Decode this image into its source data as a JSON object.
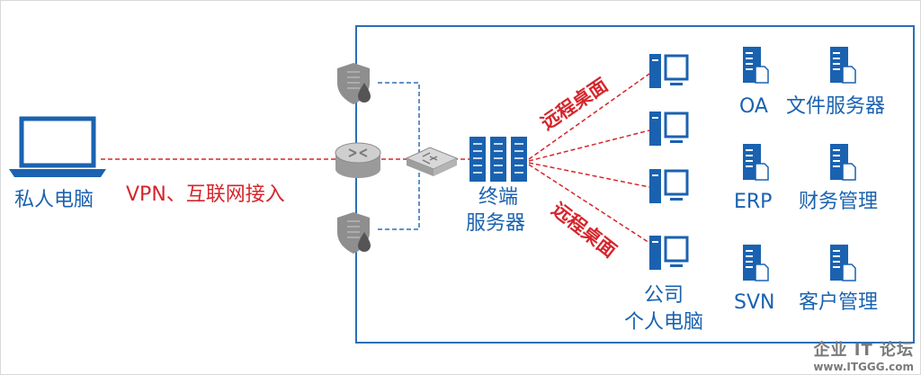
{
  "labels": {
    "personal_pc": "私人电脑",
    "vpn_access": "VPN、互联网接入",
    "terminal_server_line1": "终端",
    "terminal_server_line2": "服务器",
    "remote_desktop_top": "远程桌面",
    "remote_desktop_bottom": "远程桌面",
    "company_pc_line1": "公司",
    "company_pc_line2": "个人电脑"
  },
  "services": [
    {
      "name": "OA"
    },
    {
      "name": "文件服务器"
    },
    {
      "name": "ERP"
    },
    {
      "name": "财务管理"
    },
    {
      "name": "SVN"
    },
    {
      "name": "客户管理"
    }
  ],
  "watermark": {
    "title": "企业 IT 论坛",
    "url": "www.ITGGG.com"
  },
  "colors": {
    "accent_blue": "#1a62b0",
    "link_red": "#d5262c",
    "border_blue": "#2b6fb6"
  }
}
